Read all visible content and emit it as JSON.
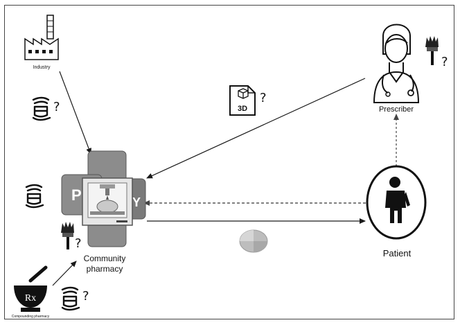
{
  "labels": {
    "industry": "Industry",
    "prescriber": "Prescriber",
    "community_pharmacy_line1": "Community",
    "community_pharmacy_line2": "pharmacy",
    "patient": "Patient",
    "compounding_pharmacy": "Compounding pharmacy",
    "file_3d": "3D",
    "rx_symbol": "Rx",
    "cube_letter_left": "P",
    "cube_letter_right": "Y"
  },
  "question_marks": {
    "filament_industry": "?",
    "file_3d": "?",
    "brush_prescriber": "?",
    "brush_pharmacy": "?",
    "filament_compounding": "?"
  },
  "colors": {
    "ink": "#111111",
    "arrow": "#1a1a1a",
    "cube_face": "#8c8c8c",
    "cube_dark": "#5f5f5f",
    "printer_frame": "#d9d9d9",
    "tablet": "#bdbdbd"
  }
}
